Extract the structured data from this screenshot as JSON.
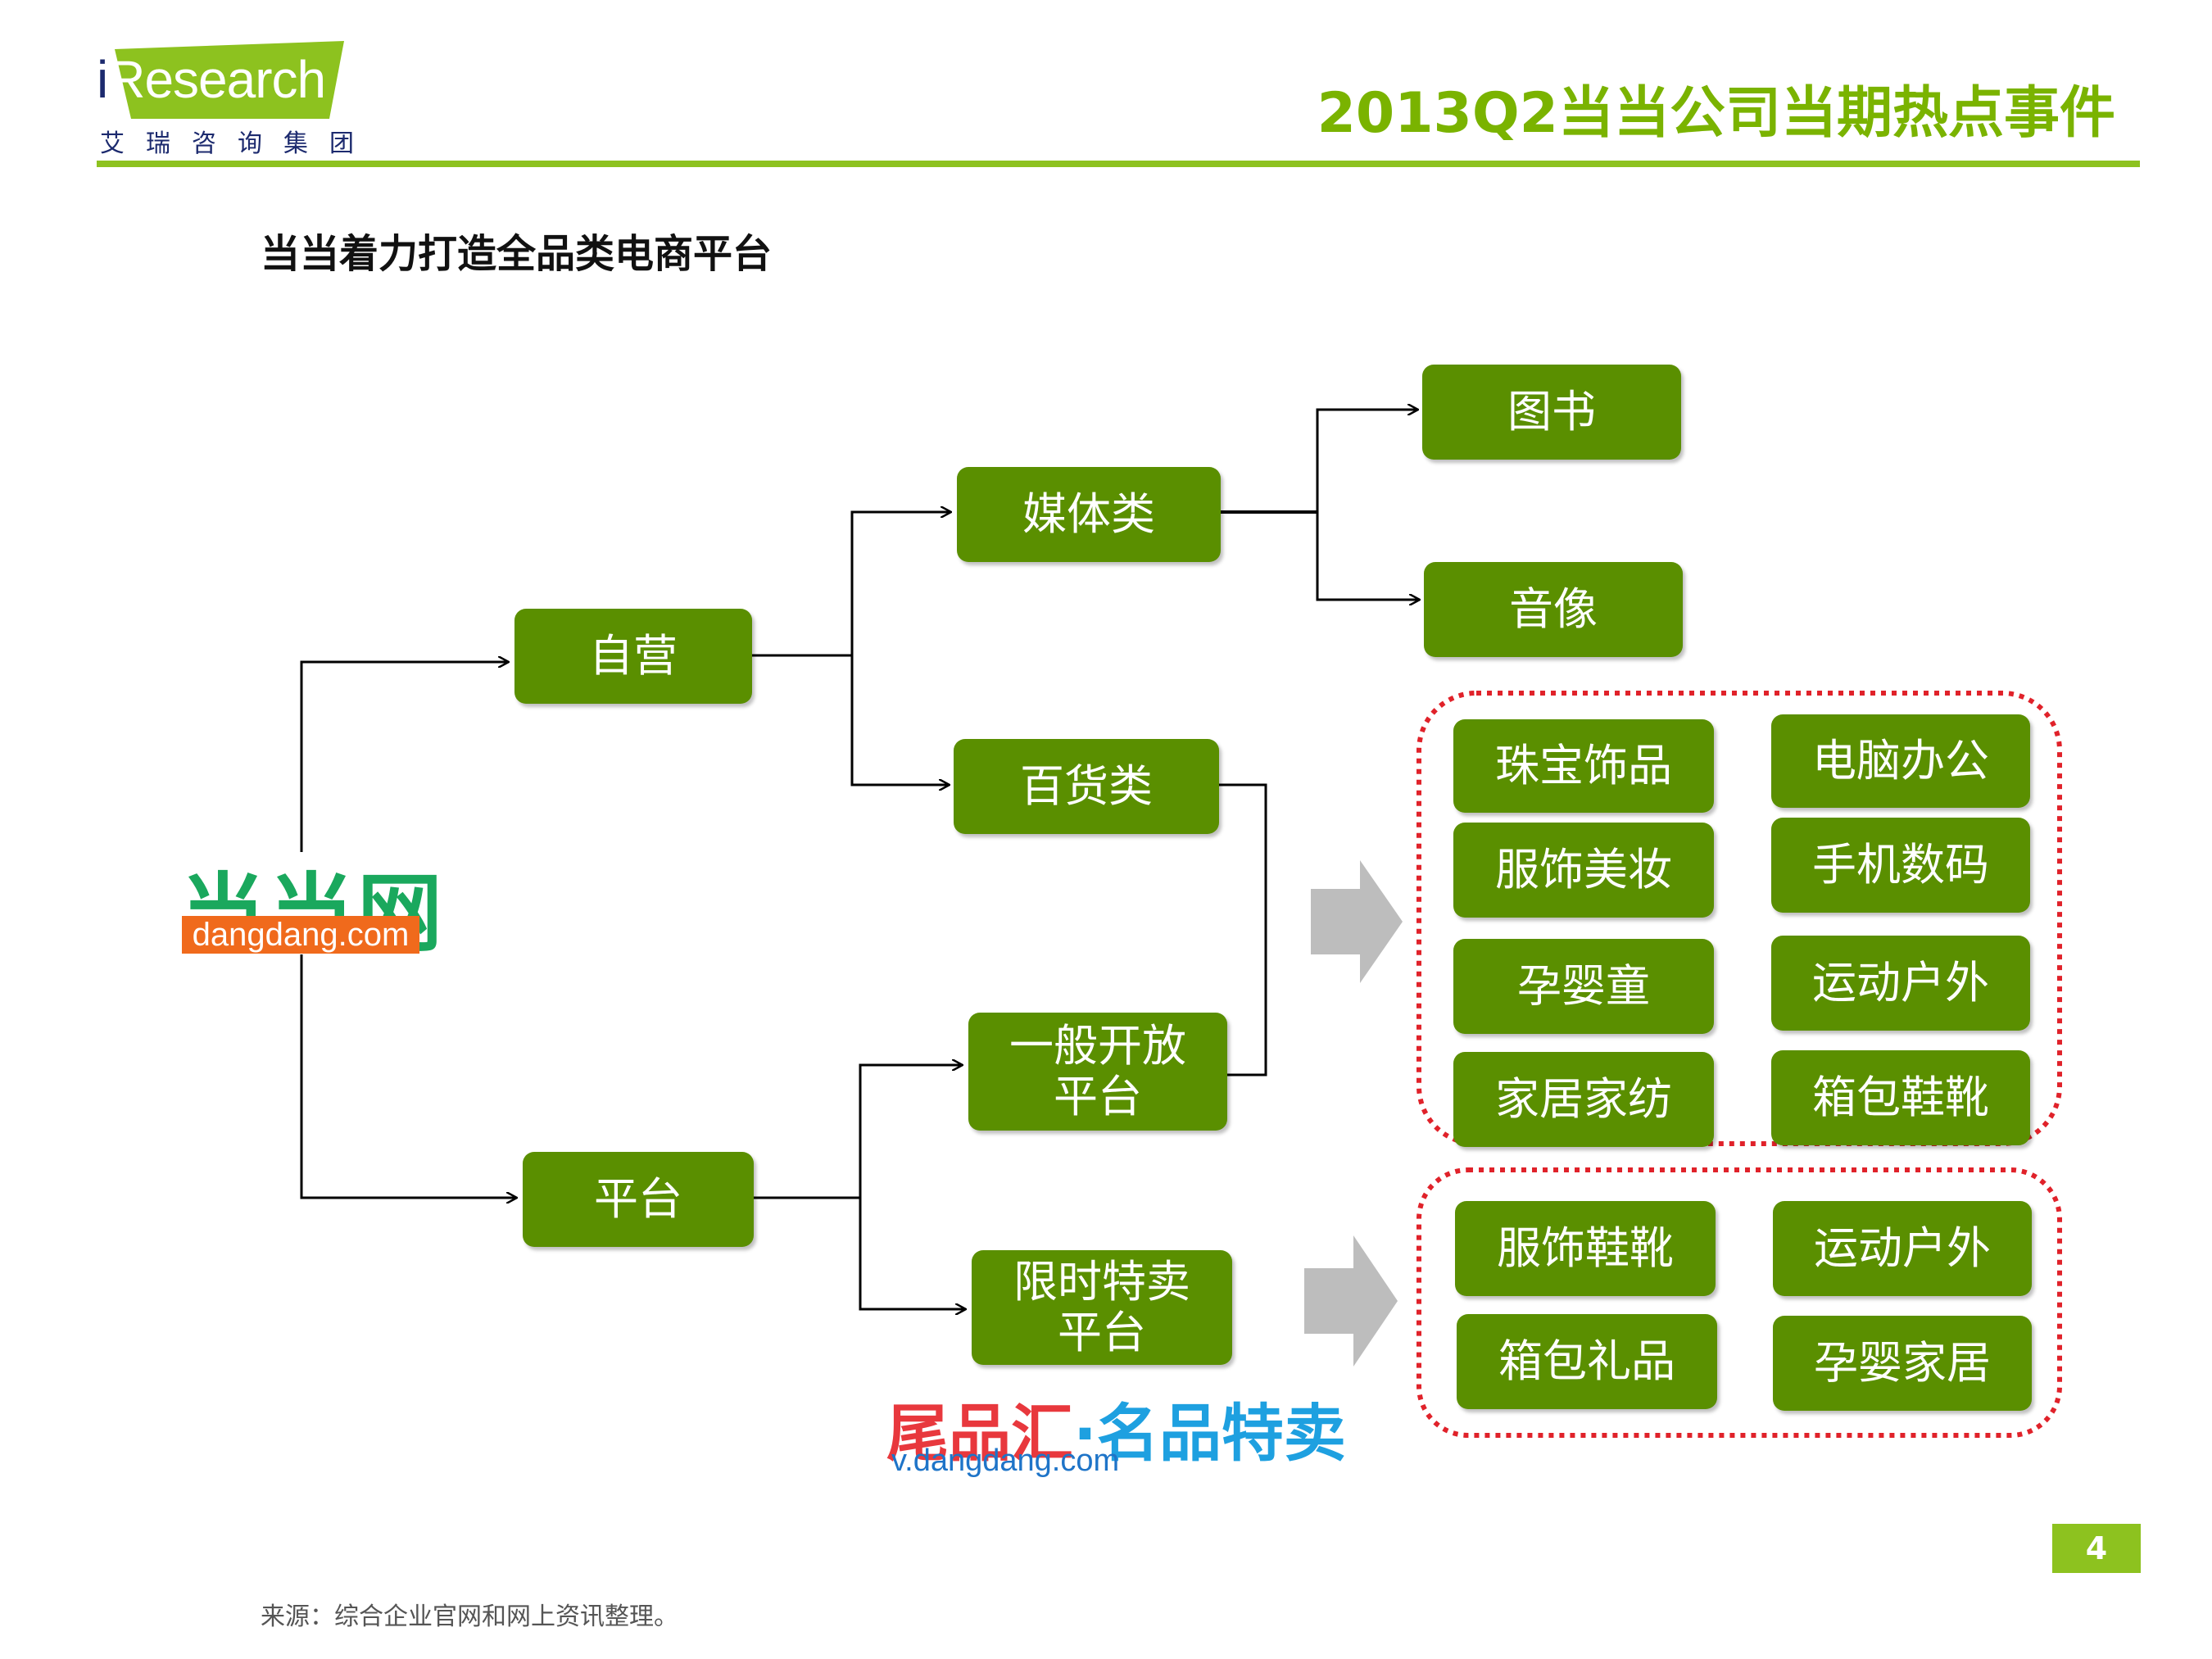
{
  "header": {
    "logo_text_i": "i",
    "logo_text_rest": "Research",
    "logo_subtitle": "艾瑞咨询集团",
    "page_title": "2013Q2当当公司当期热点事件"
  },
  "subtitle": "当当着力打造全品类电商平台",
  "brands": {
    "dangdang_name": "当当网",
    "dangdang_url": "dangdang.com",
    "v_name_red": "尾品汇",
    "v_dot": "·",
    "v_name_blue": "名品特卖",
    "v_url": "v.dangdang.com"
  },
  "nodes": {
    "ziying": "自营",
    "pingtai": "平台",
    "meitilei": "媒体类",
    "baihuolei": "百货类",
    "yiban": "一般开放\n平台",
    "xianshi": "限时特卖\n平台",
    "tushu": "图书",
    "yinxiang": "音像"
  },
  "groups": {
    "general_platform_categories": [
      "珠宝饰品",
      "电脑办公",
      "服饰美妆",
      "手机数码",
      "孕婴童",
      "运动户外",
      "家居家纺",
      "箱包鞋靴"
    ],
    "flash_sale_categories": [
      "服饰鞋靴",
      "运动户外",
      "箱包礼品",
      "孕婴家居"
    ]
  },
  "colors": {
    "node_green": "#5a8f00",
    "accent_green": "#8dc21f",
    "dashed_red": "#e0222a",
    "arrow_gray": "#bdbdbd"
  },
  "footer": {
    "page_number": "4",
    "source": "来源：综合企业官网和网上资讯整理。"
  }
}
